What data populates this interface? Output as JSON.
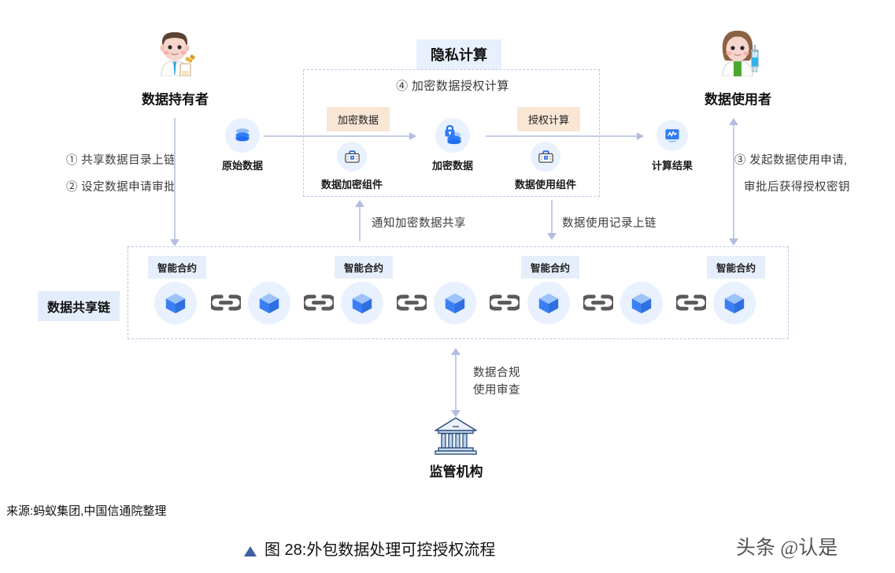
{
  "diagram": {
    "actors": {
      "holder": {
        "label": "数据持有者",
        "icon": "male-scientist-icon"
      },
      "user": {
        "label": "数据使用者",
        "icon": "female-scientist-icon"
      },
      "regulator": {
        "label": "监管机构",
        "icon": "bank-institution-icon"
      }
    },
    "privacy_zone": {
      "title": "隐私计算",
      "step_label": "④ 加密数据授权计算",
      "tags": {
        "left": "加密数据",
        "right": "授权计算"
      },
      "nodes": [
        {
          "label": "数据加密组件",
          "icon": "toolbox-icon"
        },
        {
          "label": "加密数据",
          "icon": "locked-database-icon"
        },
        {
          "label": "数据使用组件",
          "icon": "toolbox-icon"
        }
      ]
    },
    "pipeline": [
      {
        "label": "原始数据",
        "icon": "database-icon"
      },
      {
        "label": "计算结果",
        "icon": "chart-monitor-icon"
      }
    ],
    "left_steps": [
      "① 共享数据目录上链",
      "② 设定数据申请审批"
    ],
    "right_step": {
      "line1": "③ 发起数据使用申请,",
      "line2": "审批后获得授权密钥"
    },
    "mid_connectors": {
      "left": "通知加密数据共享",
      "right": "数据使用记录上链"
    },
    "bottom_connector": {
      "line1": "数据合规",
      "line2": "使用审查"
    },
    "chain": {
      "label": "数据共享链",
      "contract_tag": "智能合约",
      "contract_positions": [
        0,
        2,
        4,
        6
      ],
      "block_count": 7,
      "block_icon": "cube-block-icon",
      "link_icon": "chain-link-icon"
    },
    "colors": {
      "bubble_blue": "#e8f1fd",
      "tag_blue": "#e8f0fd",
      "tag_orange": "#fae6d5",
      "connector": "#c3cbe8",
      "block_blue": "#3b7ff5",
      "link_gray": "#5a5a5a",
      "caption_triangle": "#3f5fa0"
    }
  },
  "footer": {
    "source": "来源:蚂蚁集团,中国信通院整理",
    "caption": "图 28:外包数据处理可控授权流程",
    "watermark": "头条 @认是"
  }
}
